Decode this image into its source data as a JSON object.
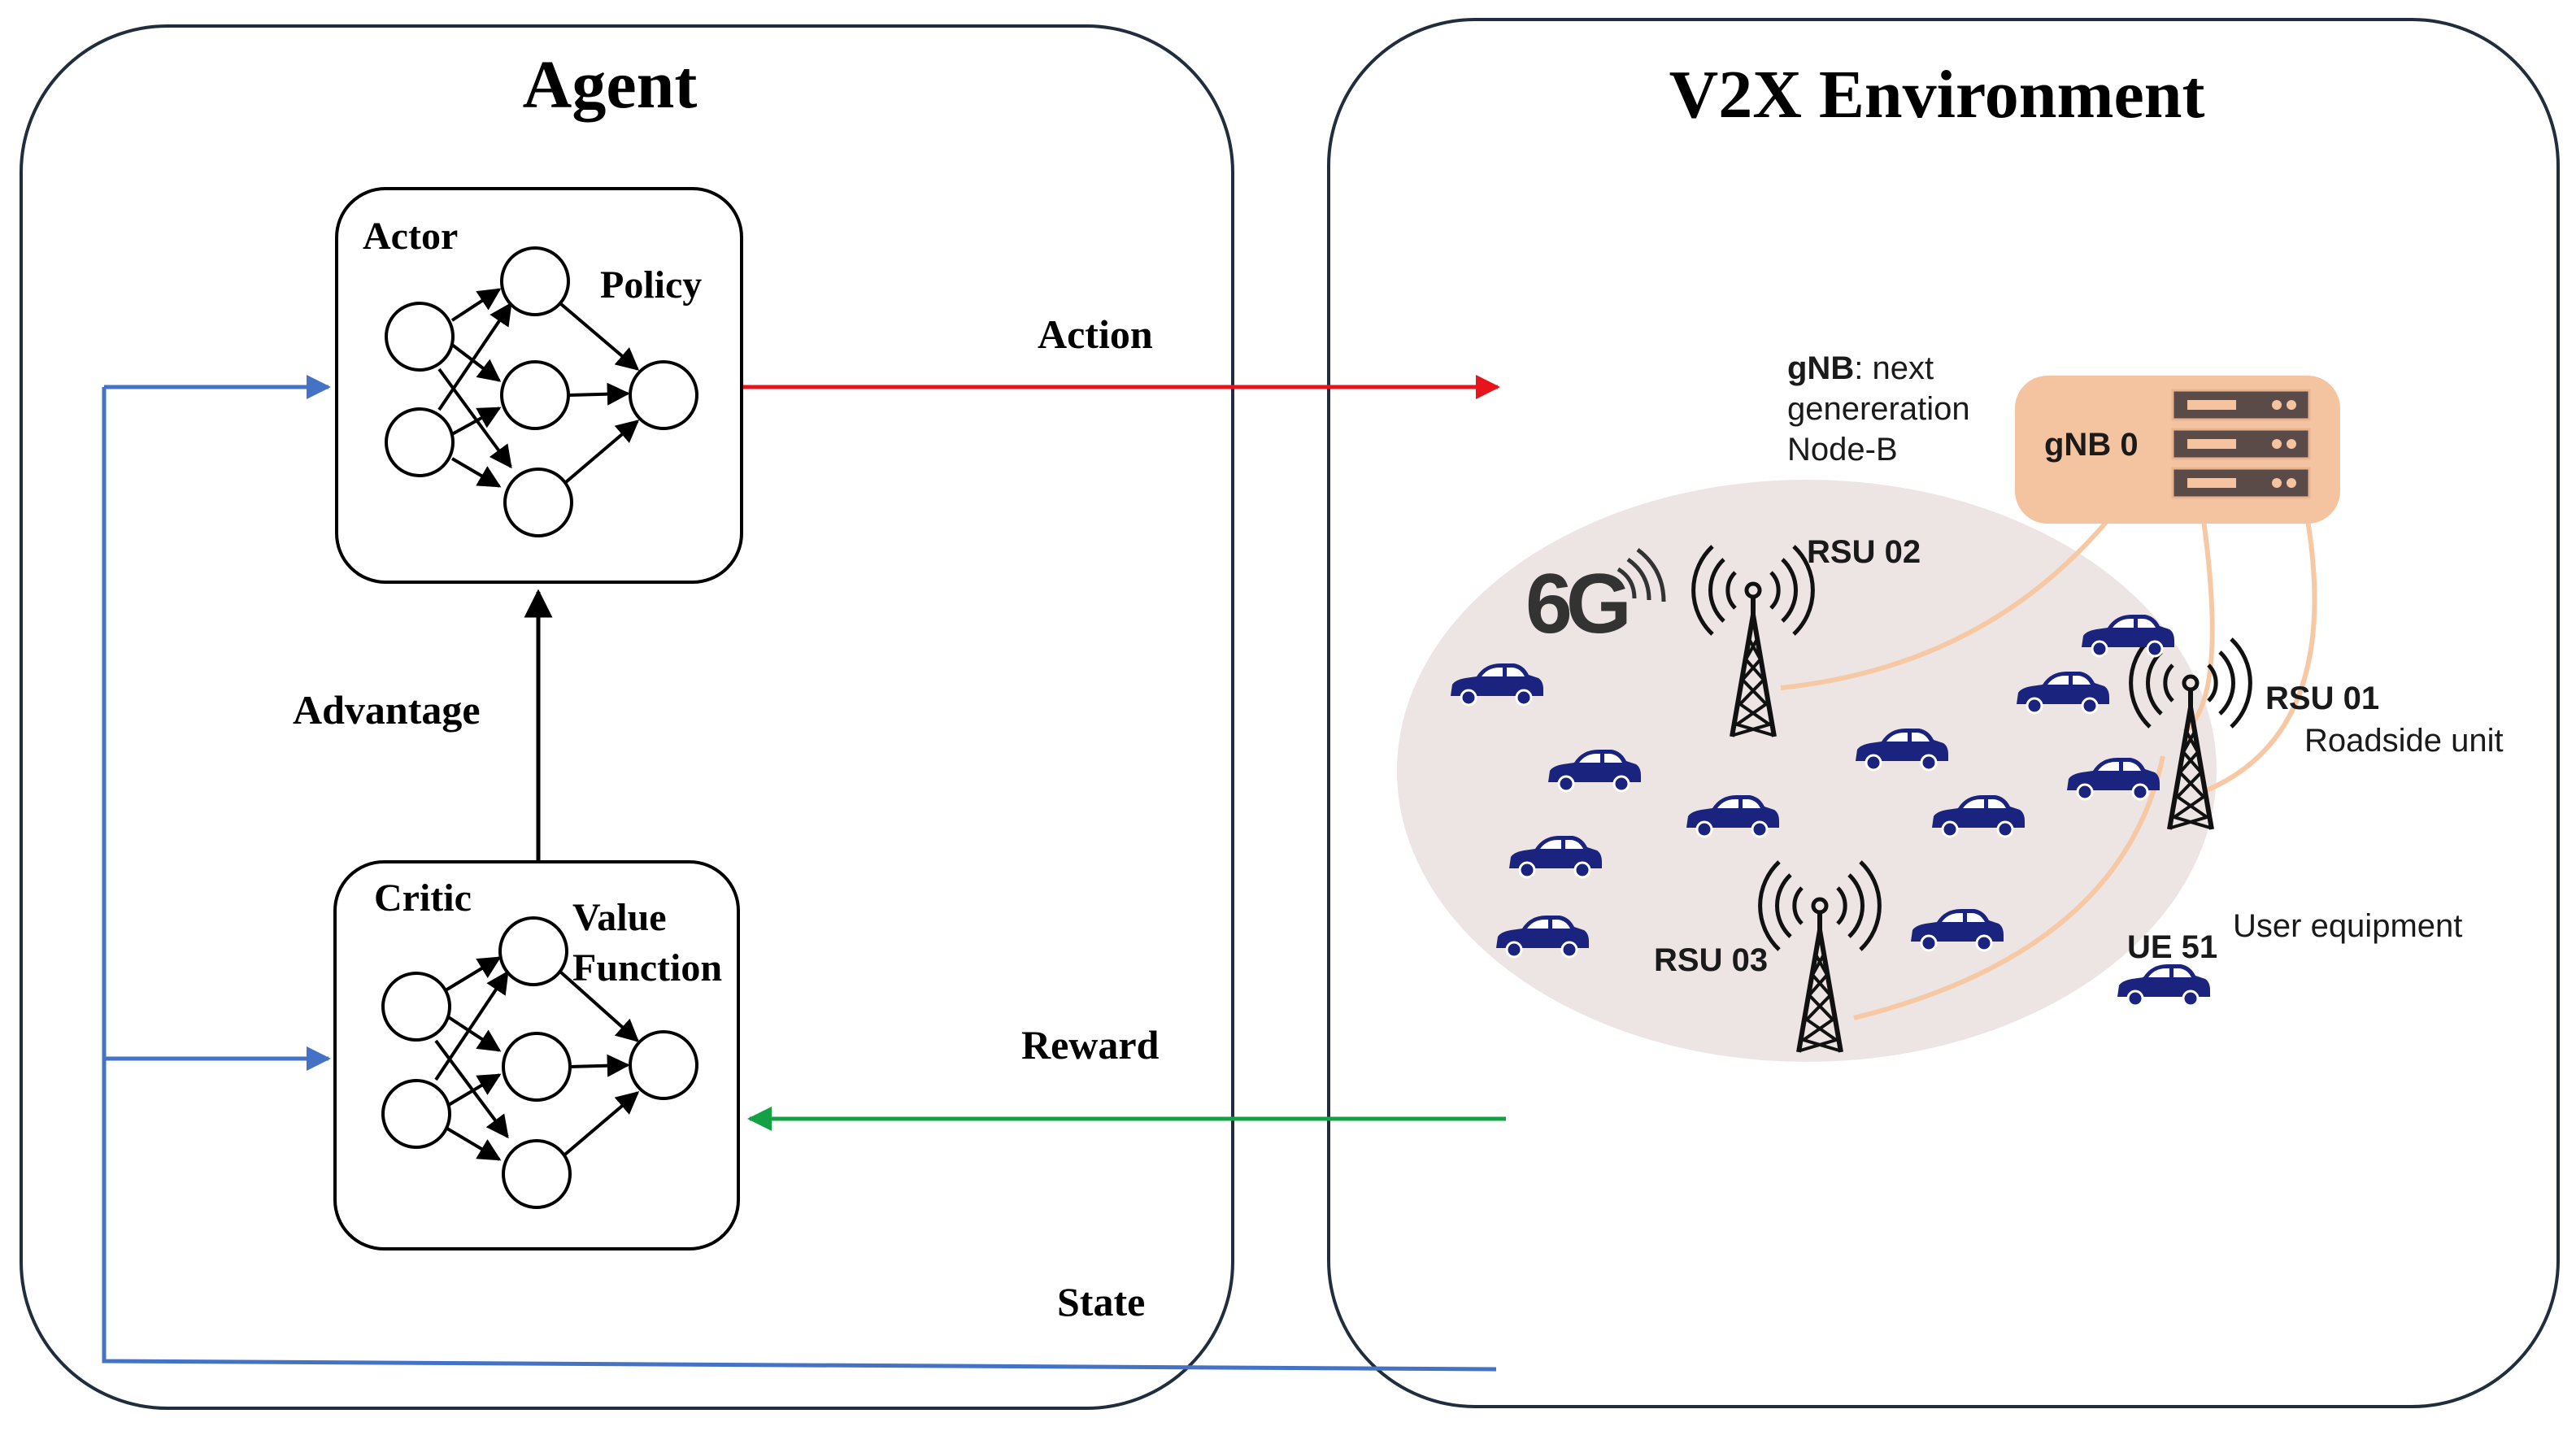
{
  "agent": {
    "title": "Agent",
    "actor": {
      "label": "Actor",
      "sublabel": "Policy"
    },
    "critic": {
      "label": "Critic",
      "sublabel_line1": "Value",
      "sublabel_line2": "Function"
    },
    "advantage_label": "Advantage"
  },
  "environment": {
    "title": "V2X Environment",
    "gnb_desc": {
      "bold": "gNB",
      "rest": ": next",
      "line2": "genereration",
      "line3": "Node-B"
    },
    "gnb_box_label": "gNB 0",
    "rsu": [
      {
        "id": "rsu-02",
        "label": "RSU 02"
      },
      {
        "id": "rsu-01",
        "label": "RSU 01",
        "desc": "Roadside unit"
      },
      {
        "id": "rsu-03",
        "label": "RSU 03"
      }
    ],
    "ue": {
      "label": "UE 51",
      "desc": "User equipment"
    },
    "logo_text": "6G"
  },
  "signals": {
    "action": "Action",
    "reward": "Reward",
    "state": "State"
  },
  "colors": {
    "action_arrow": "#e8141b",
    "reward_arrow": "#14a045",
    "state_line": "#4472c4",
    "cell_area": "#ece5e4",
    "gnb_box": "#f4c4a0",
    "link_line": "#f6c9a4",
    "car": "#1a237e"
  }
}
